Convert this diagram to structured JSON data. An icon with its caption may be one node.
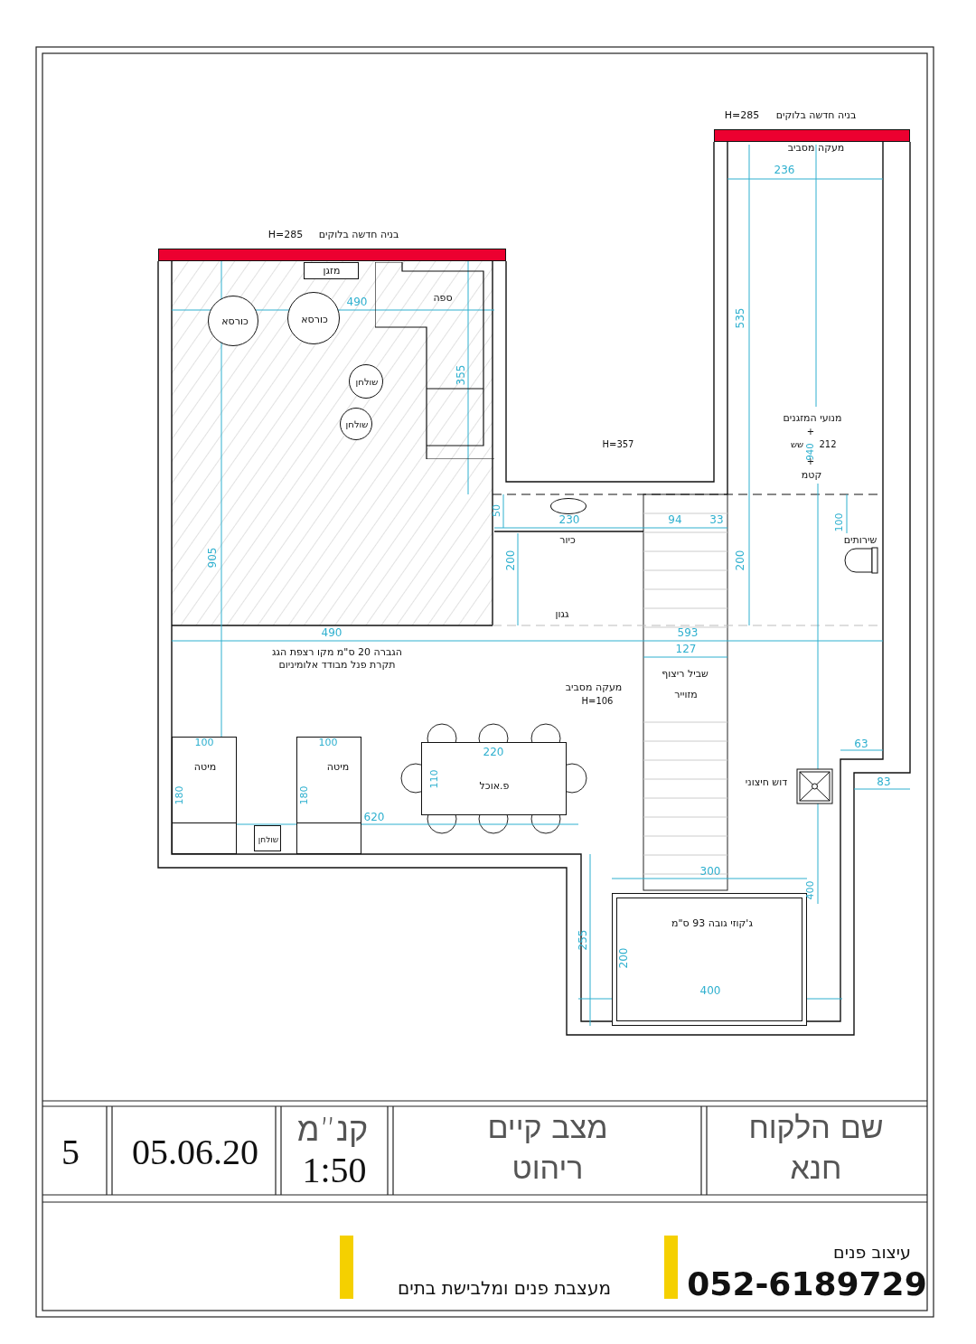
{
  "diagram": {
    "nodes": [
      {
        "text": [
          "בניה חדשה בלוקים",
          "H=285"
        ]
      },
      {
        "text": [
          "בניה חדשה בלוקים",
          "H=285"
        ]
      },
      {
        "text": [
          "מזגן"
        ]
      },
      {
        "text": [
          "כורסא"
        ]
      },
      {
        "text": [
          "כורסא"
        ]
      },
      {
        "text": [
          "ספה"
        ]
      },
      {
        "text": [
          "שולחן"
        ]
      },
      {
        "text": [
          "שולחן"
        ]
      },
      {
        "text": [],
        "shape": "ellipse",
        "beside": [
          "כיור"
        ]
      },
      {
        "text": [
          "מיטה"
        ]
      },
      {
        "text": [
          "מיטה"
        ]
      },
      {
        "text": [
          "שולחן"
        ]
      },
      {
        "text": [
          "פ.אוכל"
        ]
      },
      {
        "text": [],
        "shape": "box",
        "beside": [
          "דוש חיצוני"
        ]
      },
      {
        "text": [],
        "shape": "toilet",
        "beside": [
          "שירותים"
        ]
      },
      {
        "text": [
          "ג'קוזי גובה 93 ס\"מ"
        ]
      }
    ],
    "labels": [
      "מעקה מסביב",
      "236",
      "535",
      "מנועי המזגנים",
      "+",
      "שש",
      "212",
      "940",
      "+",
      "קטמ",
      "H=357",
      "490",
      "355",
      "905",
      "50",
      "230",
      "94",
      "33",
      "200",
      "גגון",
      "200",
      "100",
      "490",
      "593",
      "127",
      "הגברה 20 ס\"מ מקו רצפת הגג",
      "תקרת פנל מבודד אלומיניום",
      "מעקה מסביב",
      "H=106",
      "שביל ריצוף",
      "מזוייר",
      "100",
      "180",
      "100",
      "180",
      "220",
      "110",
      "620",
      "63",
      "83",
      "300",
      "400",
      "255",
      "200",
      "400",
      "5",
      "05.06.20",
      "קנ”מ",
      "1:50",
      "מצב קיים",
      "ריהוט",
      "שם הלקוח",
      "חנא",
      "עיצוב פנים",
      "052-6189729",
      "מעצבת פנים ומלבישת בתים"
    ]
  }
}
